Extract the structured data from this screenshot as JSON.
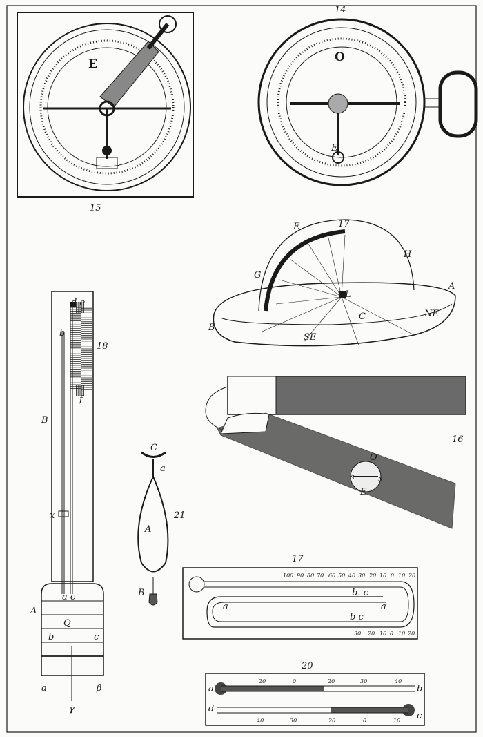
{
  "plate": {
    "ink_color": "#1a1a1a",
    "paper_color": "#fbfbf9"
  },
  "figures": {
    "fig15": {
      "number": "15",
      "labels": [
        "E"
      ]
    },
    "fig14": {
      "number": "14",
      "labels": [
        "O",
        "E"
      ]
    },
    "fig17_top": {
      "number": "17",
      "labels": [
        "E",
        "H",
        "G",
        "L",
        "A",
        "NE",
        "B",
        "C",
        "SE"
      ]
    },
    "fig18": {
      "number": "18",
      "labels": [
        "d e",
        "b",
        "f",
        "B",
        "x",
        "A",
        "a c",
        "Q",
        "b",
        "c",
        "a",
        "β",
        "γ"
      ]
    },
    "fig21": {
      "number": "21",
      "labels": [
        "C",
        "a",
        "A",
        "B"
      ]
    },
    "fig16": {
      "number": "16",
      "labels": [
        "O",
        "S",
        "N",
        "E"
      ]
    },
    "fig17_bottom": {
      "number": "17",
      "upper_scale": [
        "100",
        "90",
        "80",
        "70",
        "60",
        "50",
        "40",
        "30",
        "20",
        "10",
        "0",
        "10",
        "20"
      ],
      "lower_scale": [
        "30",
        "20",
        "10",
        "0",
        "10",
        "20"
      ],
      "labels": [
        "b. c",
        "a",
        "a",
        "b c"
      ]
    },
    "fig20": {
      "number": "20",
      "upper_scale": [
        "20",
        "0",
        "20",
        "30",
        "40"
      ],
      "lower_scale": [
        "40",
        "30",
        "20",
        "0",
        "10"
      ],
      "labels": [
        "a",
        "b",
        "d",
        "c"
      ]
    }
  }
}
